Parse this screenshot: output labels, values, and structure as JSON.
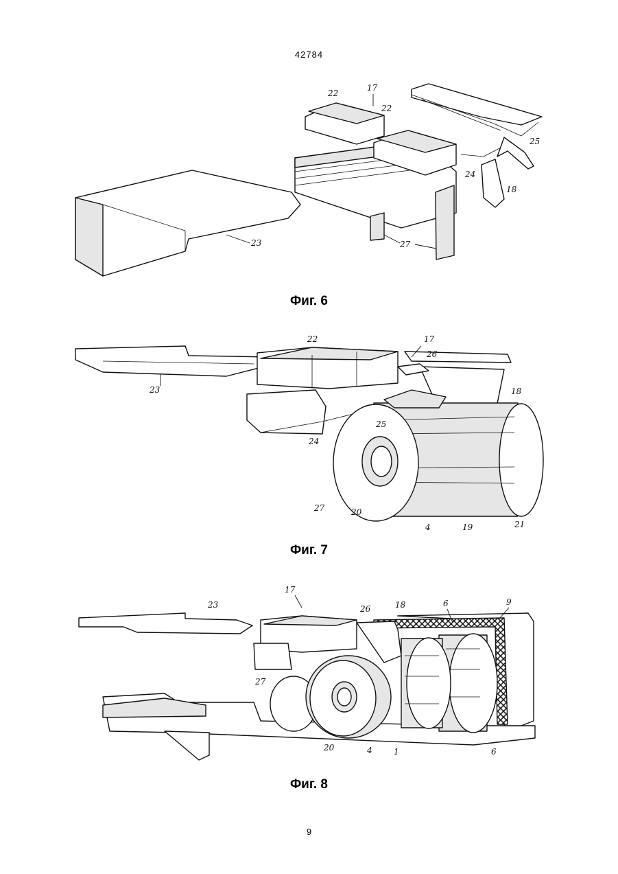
{
  "header": {
    "doc_number": "42784"
  },
  "page_number": "9",
  "figures": [
    {
      "caption": "Фиг. 6",
      "labels": [
        "17",
        "22",
        "22",
        "25",
        "24",
        "18",
        "23",
        "27"
      ]
    },
    {
      "caption": "Фиг. 7",
      "labels": [
        "22",
        "17",
        "26",
        "18",
        "23",
        "25",
        "24",
        "27",
        "20",
        "4",
        "19",
        "21"
      ]
    },
    {
      "caption": "Фиг. 8",
      "labels": [
        "17",
        "23",
        "26",
        "18",
        "6",
        "9",
        "27",
        "20",
        "4",
        "1",
        "6"
      ]
    }
  ]
}
